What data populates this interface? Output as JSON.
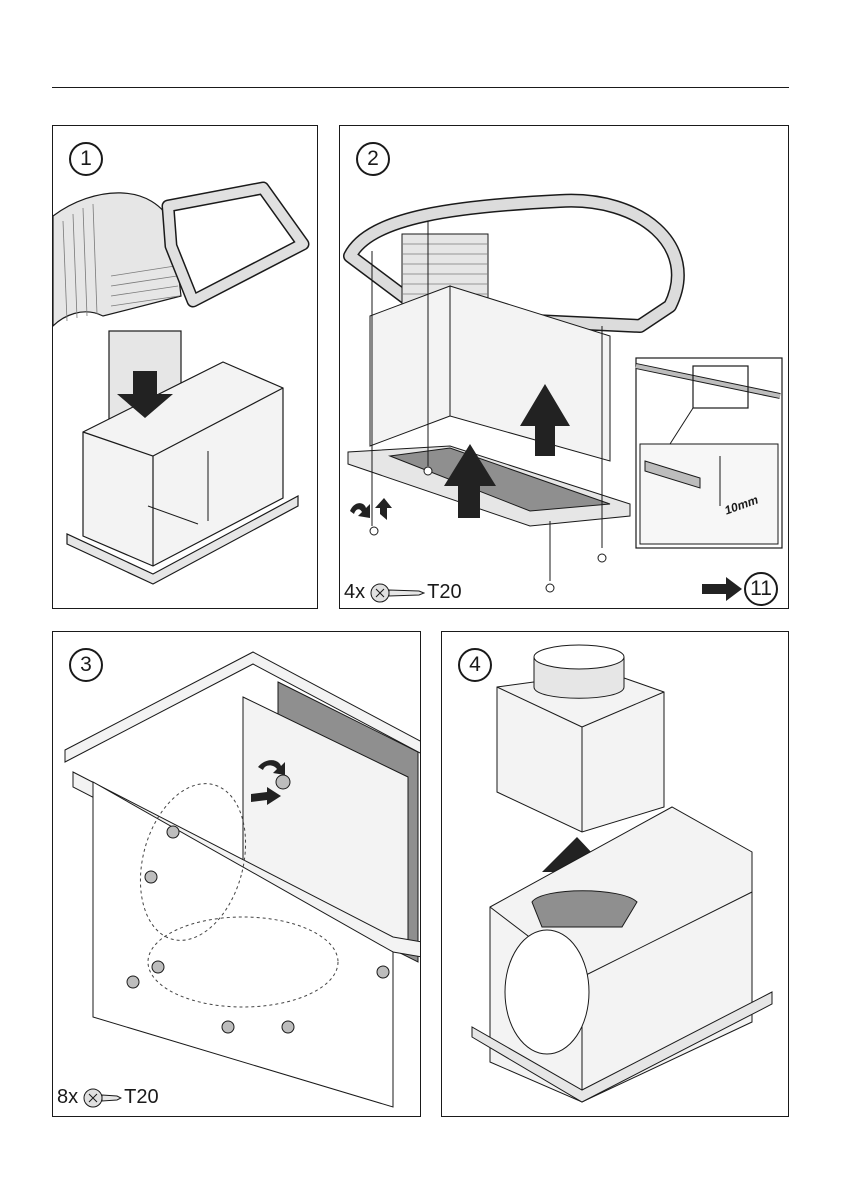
{
  "steps": [
    {
      "number": "1"
    },
    {
      "number": "2",
      "screw_count": "4x",
      "screw_type": "T20",
      "dimension": "10mm",
      "next_step": "11"
    },
    {
      "number": "3",
      "screw_count": "8x",
      "screw_type": "T20"
    },
    {
      "number": "4"
    }
  ],
  "colors": {
    "line": "#1a1a1a",
    "panel_fill": "#f3f3f3",
    "duct_fill": "#e6e6e6",
    "shadow": "#8f8f8f",
    "arrow": "#222222"
  },
  "icons": [
    "down-arrow-icon",
    "up-arrow-icon",
    "right-arrow-icon",
    "screw-icon",
    "rotate-arrow-icon"
  ]
}
